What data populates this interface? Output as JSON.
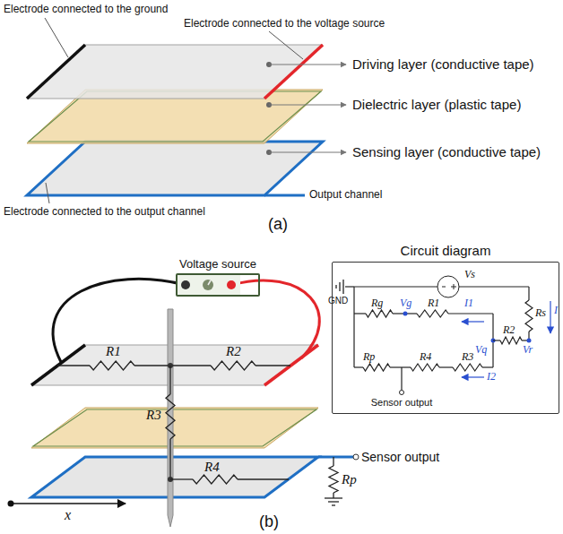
{
  "diagram": {
    "nodes": [
      {
        "text": [
          "Circuit diagram"
        ]
      },
      {
        "text": [
          "Voltage source"
        ]
      }
    ],
    "labels": [
      "Electrode connected to the ground",
      "Electrode connected to the voltage source",
      "Driving layer (conductive tape)",
      "Dielectric layer (plastic tape)",
      "Sensing layer (conductive tape)",
      "Output channel",
      "Electrode connected to the output channel",
      "(a)",
      "R1",
      "R2",
      "R3",
      "R4",
      "Rp",
      "Sensor output",
      "x",
      "(b)",
      "Vs",
      "GND",
      "Rg",
      "Vg",
      "R1",
      "I1",
      "Rs",
      "I",
      "R2",
      "Vq",
      "Vr",
      "Rp",
      "R4",
      "R3",
      "I2",
      "Sensor output"
    ]
  }
}
